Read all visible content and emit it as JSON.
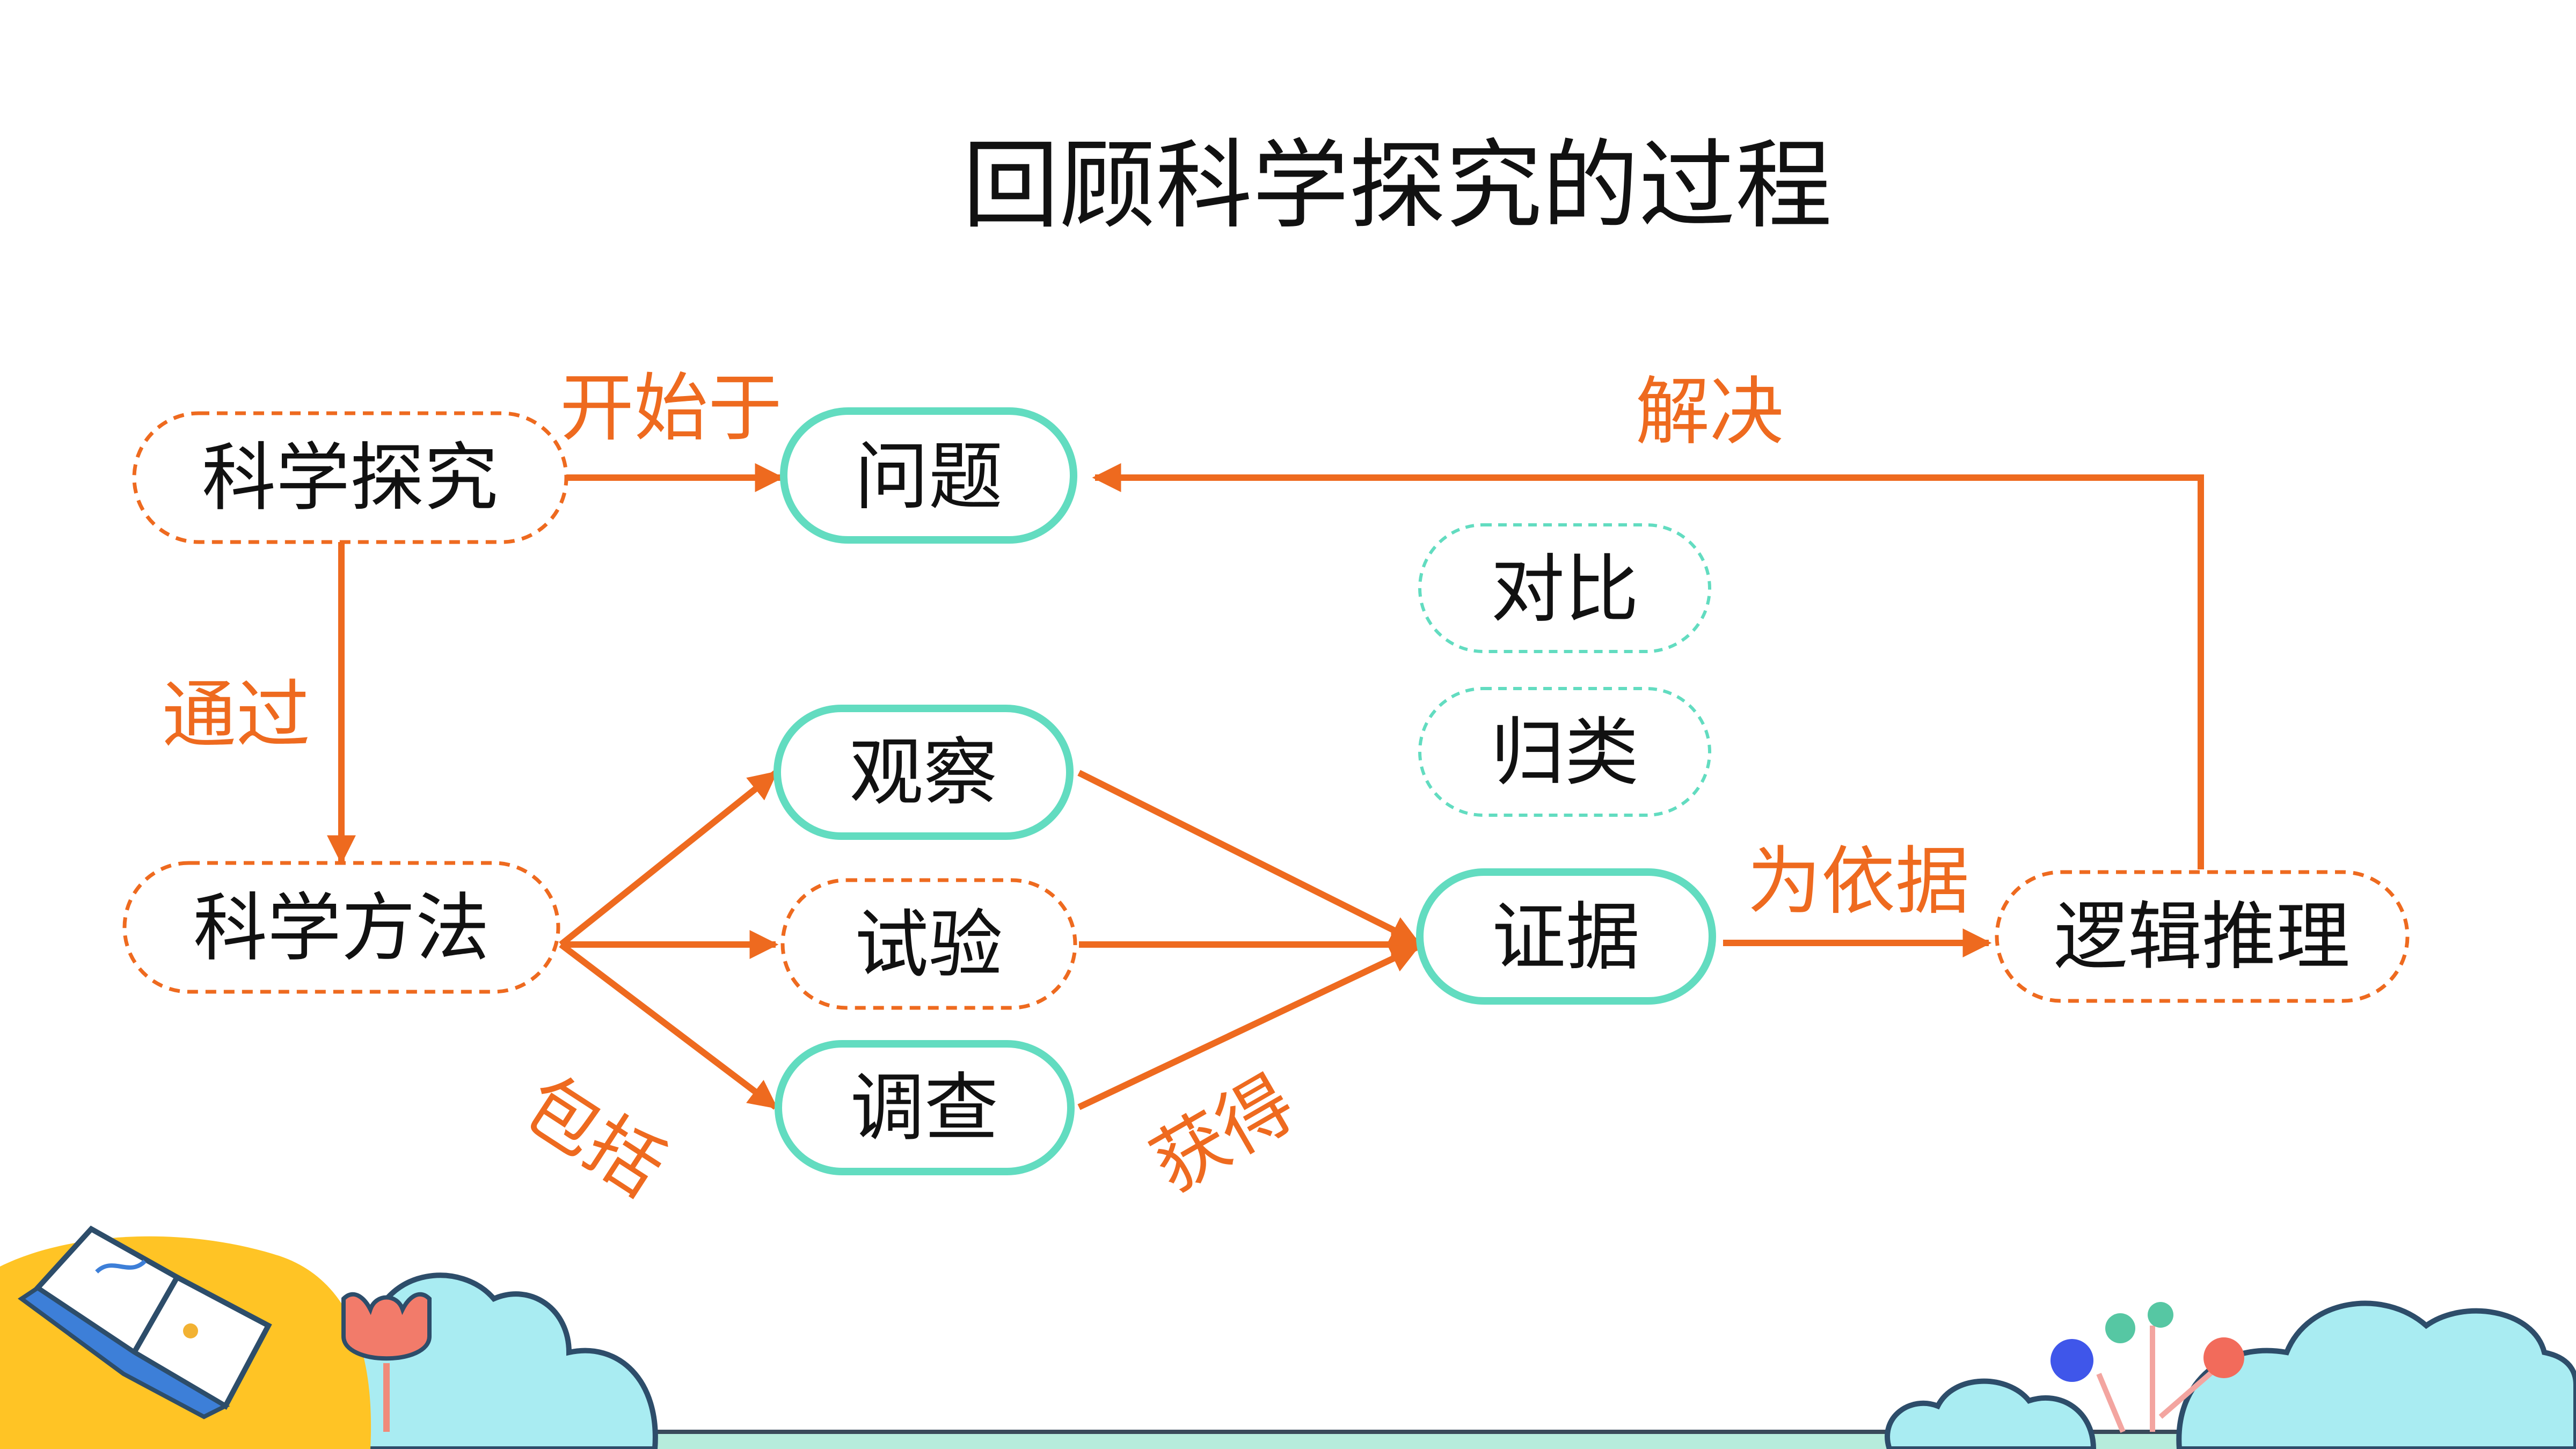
{
  "title": "回顾科学探究的过程",
  "colors": {
    "accent": "#ee6a1f",
    "teal": "#62dcc0"
  },
  "nodes": {
    "kexue_tanjiu": "科学探究",
    "wenti": "问题",
    "duibi": "对比",
    "guilei": "归类",
    "kexue_fangfa": "科学方法",
    "guancha": "观察",
    "shiyan": "试验",
    "diaocha": "调查",
    "zhengju": "证据",
    "luoji_tuili": "逻辑推理"
  },
  "edges": {
    "kaishi_yu": "开始于",
    "jiejue": "解决",
    "tongguo": "通过",
    "baokuo": "包括",
    "huode": "获得",
    "wei_yiju": "为依据"
  },
  "decor": {
    "book_icon": "open-book-icon",
    "tulip_icon": "tulip-icon",
    "cloud_icon": "cloud-icon",
    "tree_icon": "ball-tree-icon"
  }
}
